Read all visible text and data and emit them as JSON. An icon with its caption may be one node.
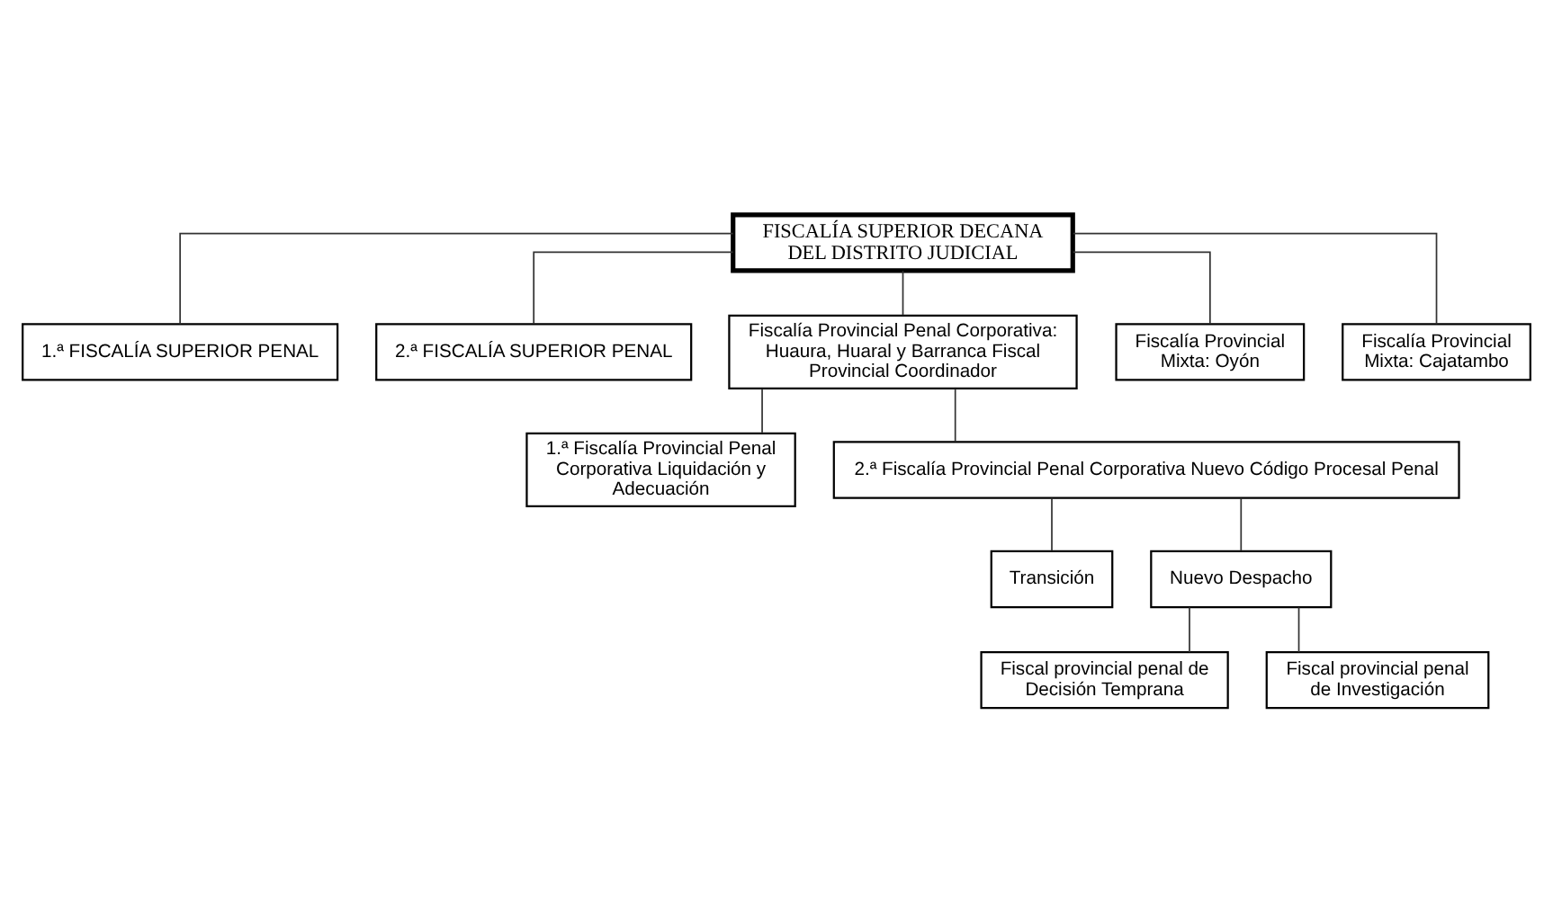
{
  "diagram": {
    "nodes": [
      {
        "text": [
          "FISCALÍA SUPERIOR DECANA DEL DISTRITO JUDICIAL"
        ]
      },
      {
        "text": [
          "1.ª FISCALÍA SUPERIOR PENAL"
        ]
      },
      {
        "text": [
          "2.ª FISCALÍA SUPERIOR PENAL"
        ]
      },
      {
        "text": [
          "Fiscalía Provincial Penal Corporativa: Huaura, Huaral y Barranca Fiscal Provincial Coordinador"
        ]
      },
      {
        "text": [
          "Fiscalía Provincial Mixta: Oyón"
        ]
      },
      {
        "text": [
          "Fiscalía Provincial Mixta: Cajatambo"
        ]
      },
      {
        "text": [
          "1.ª Fiscalía Provincial Penal Corporativa Liquidación y Adecuación"
        ]
      },
      {
        "text": [
          "2.ª Fiscalía Provincial Penal Corporativa Nuevo Código Procesal Penal"
        ]
      },
      {
        "text": [
          "Transición"
        ]
      },
      {
        "text": [
          "Nuevo Despacho"
        ]
      },
      {
        "text": [
          "Fiscal provincial penal de Decisión Temprana"
        ]
      },
      {
        "text": [
          "Fiscal provincial penal de Investigación"
        ]
      }
    ],
    "edges": [
      {
        "from": 0,
        "to": 1,
        "arrow": "none"
      },
      {
        "from": 0,
        "to": 2,
        "arrow": "none"
      },
      {
        "from": 0,
        "to": 3,
        "arrow": "none"
      },
      {
        "from": 0,
        "to": 4,
        "arrow": "none"
      },
      {
        "from": 0,
        "to": 5,
        "arrow": "none"
      },
      {
        "from": 3,
        "to": 6,
        "arrow": "none"
      },
      {
        "from": 3,
        "to": 7,
        "arrow": "none"
      },
      {
        "from": 7,
        "to": 8,
        "arrow": "none"
      },
      {
        "from": 7,
        "to": 9,
        "arrow": "none"
      },
      {
        "from": 9,
        "to": 10,
        "arrow": "none"
      },
      {
        "from": 9,
        "to": 11,
        "arrow": "none"
      }
    ]
  }
}
